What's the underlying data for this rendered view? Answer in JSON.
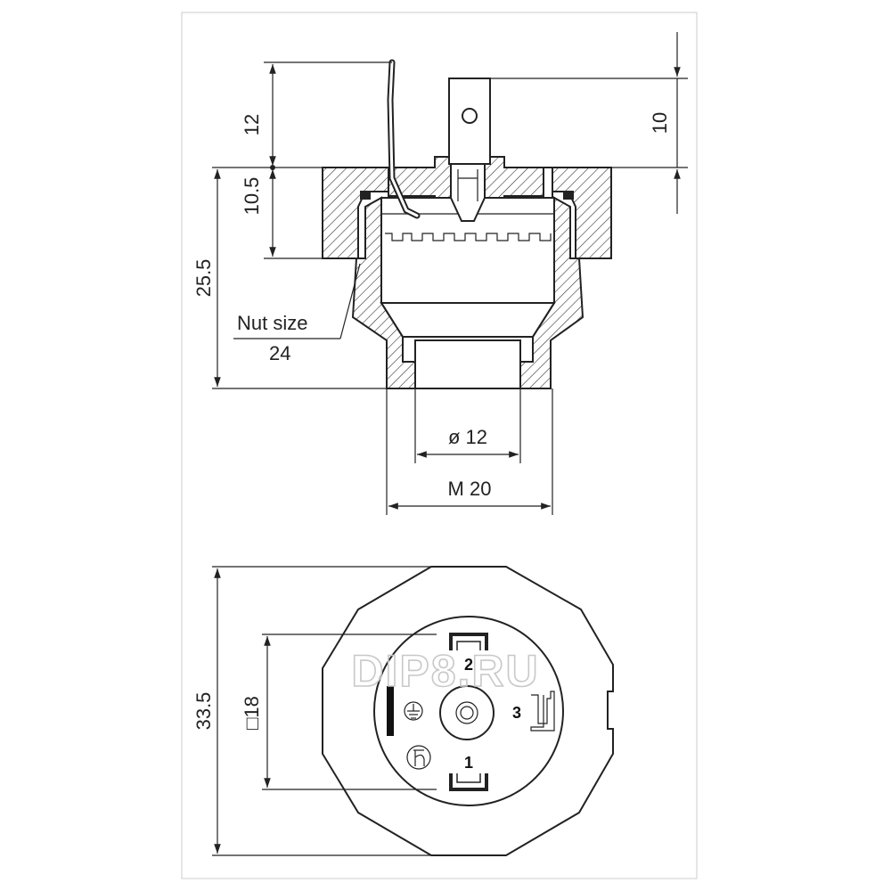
{
  "dimensions": {
    "top_height": "12",
    "pin_height": "10",
    "cap_height": "10.5",
    "total_height": "25.5",
    "nut_label": "Nut size",
    "nut_value": "24",
    "bore_diameter": "ø 12",
    "thread": "M 20",
    "outer_width": "33.5",
    "square_size": "□18"
  },
  "pins": {
    "pin1": "1",
    "pin2": "2",
    "pin3": "3"
  },
  "watermark": "DIP8.RU"
}
